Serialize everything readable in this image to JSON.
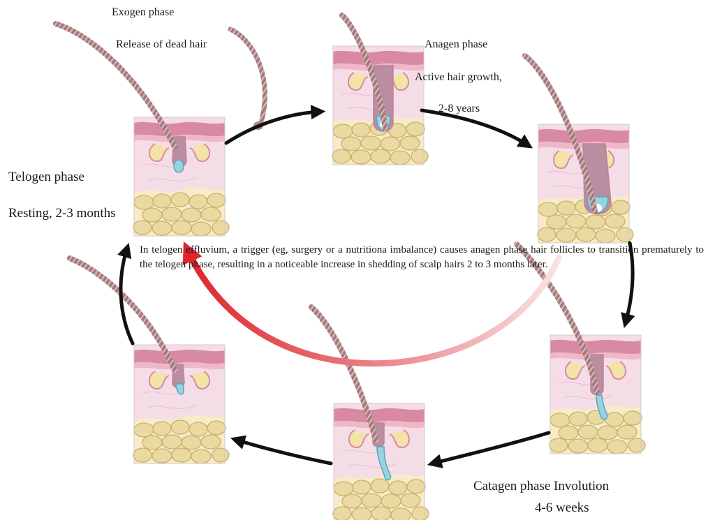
{
  "labels": {
    "exogen_title": "Exogen phase",
    "exogen_desc": "Release of dead hair",
    "anagen_title": "Anagen phase",
    "anagen_desc": "Active hair growth,",
    "anagen_duration": "2-8 years",
    "telogen_title": "Telogen phase",
    "telogen_desc": "Resting, 2-3 months",
    "catagen_title": "Catagen phase Involution",
    "catagen_duration": "4-6 weeks"
  },
  "note": "In telogen effluvium, a trigger (eg, surgery or a nutritiona imbalance) causes anagen phase hair follicles to transition prematurely to the telogen phase, resulting in a noticeable increase in shedding of scalp hairs 2 to 3 months later.",
  "colors": {
    "cycle_arrow": "#111111",
    "effluvium_arrow": "#e0242e",
    "skin_surface": "#d98aa3",
    "dermis": "#f4dde6",
    "fat": "#ead9a0",
    "hair_shaft": "#a2777a",
    "follicle_bulb": "#9ad3e0"
  }
}
